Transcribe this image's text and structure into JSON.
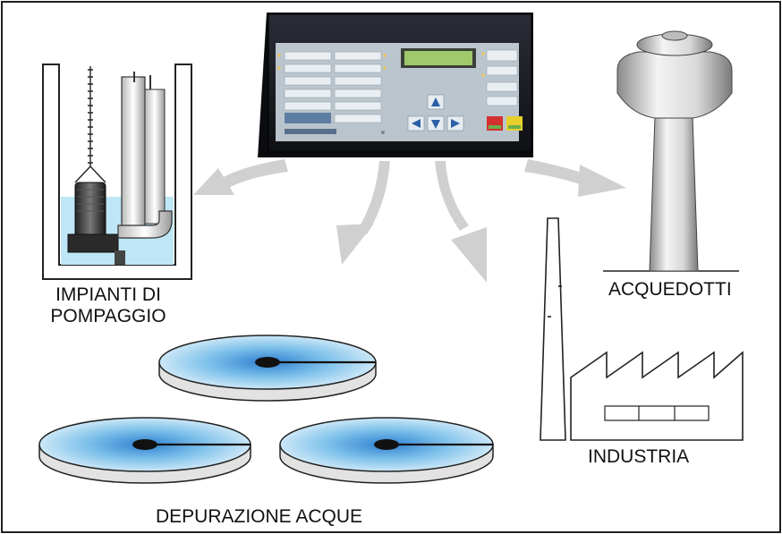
{
  "labels": {
    "pumping_line1": "IMPIANTI DI",
    "pumping_line2": "POMPAGGIO",
    "aqueducts": "ACQUEDOTTI",
    "industry": "INDUSTRIA",
    "water_treatment": "DEPURAZIONE ACQUE"
  },
  "colors": {
    "frame": "#222222",
    "arrow": "#d0d0d0",
    "panel": "#1a1d24",
    "lcd": "#9fc96a",
    "water": "#bfe6f7",
    "disc_center": "#2f7fd0"
  }
}
